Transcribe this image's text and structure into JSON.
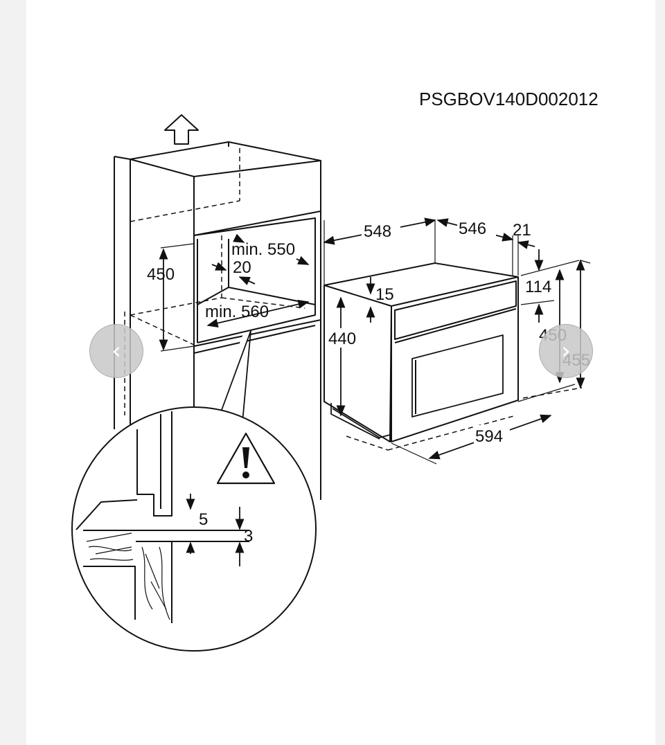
{
  "diagram": {
    "code": "PSGBOV140D002012",
    "cabinet": {
      "height": "450",
      "depth_min": "min. 550",
      "gap": "20",
      "width_min": "min. 560"
    },
    "appliance": {
      "depth_548": "548",
      "depth_546": "546",
      "offset_21": "21",
      "top_15": "15",
      "height_440": "440",
      "panel_114": "114",
      "height_450": "450",
      "height_455": "455",
      "width_594": "594"
    },
    "detail": {
      "gap_5": "5",
      "gap_3": "3",
      "warning_icon": "warning-triangle"
    }
  },
  "carousel": {
    "prev_icon": "chevron-left",
    "next_icon": "chevron-right",
    "prev_glyph": "‹",
    "next_glyph": "›"
  }
}
